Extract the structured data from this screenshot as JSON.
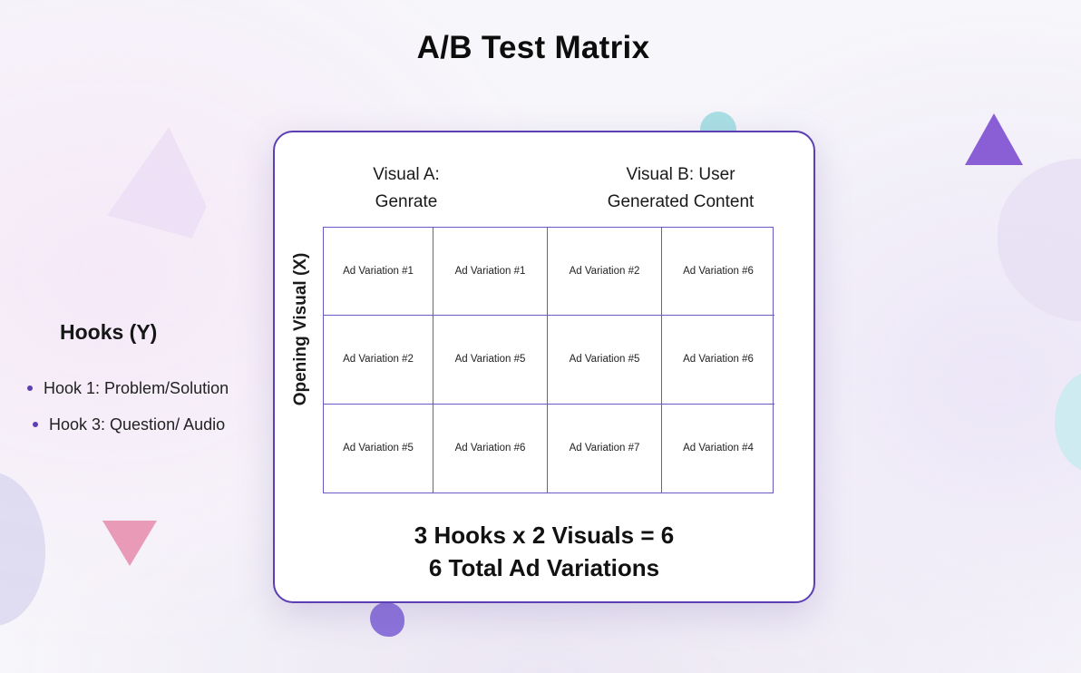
{
  "title": "A/B Test Matrix",
  "hooks": {
    "title": "Hooks (Y)",
    "items": [
      "Hook 1: Problem/Solution",
      "Hook 3: Question/ Audio"
    ]
  },
  "matrix": {
    "column_headers": [
      {
        "line1": "Visual A:",
        "line2": "Genrate"
      },
      {
        "line1": "Visual B: User",
        "line2": "Generated Content"
      }
    ],
    "row_axis_label": "Opening Visual (X)",
    "rows": [
      [
        "Ad Variation #1",
        "Ad Variation #1",
        "Ad Variation #2",
        "Ad Variation #6"
      ],
      [
        "Ad Variation #2",
        "Ad Variation #5",
        "Ad Variation #5",
        "Ad Variation #6"
      ],
      [
        "Ad Variation #5",
        "Ad Variation #6",
        "Ad Variation #7",
        "Ad Variation #4"
      ]
    ],
    "summary": {
      "line1": "3 Hooks x 2 Visuals = 6",
      "line2": "6 Total Ad Variations"
    }
  },
  "colors": {
    "accent": "#5b3fb3",
    "grid_line": "#6a58c4",
    "triangle_purple": "#8a5fd6",
    "triangle_pink": "#e89ab7",
    "dot_teal": "#a9e0e4",
    "dot_violet": "#8c73db"
  }
}
